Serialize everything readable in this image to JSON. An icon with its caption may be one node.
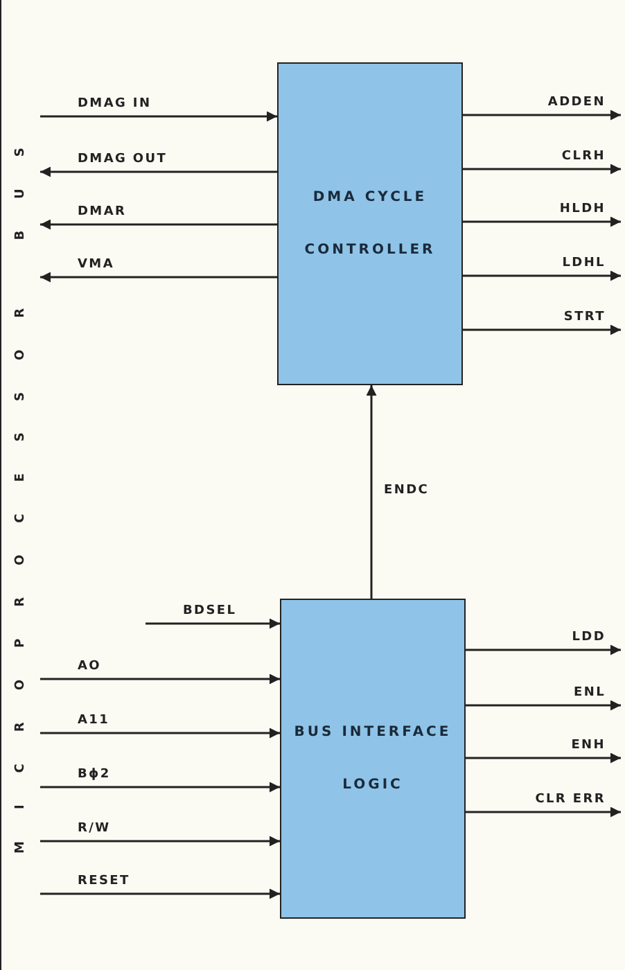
{
  "diagram": {
    "nodes": [
      {
        "text": [
          "MICROPROCESSOR BUS"
        ]
      },
      {
        "text": [
          "DMA CYCLE CONTROLLER"
        ]
      },
      {
        "text": [
          "BUS INTERFACE LOGIC"
        ]
      }
    ],
    "edges": [
      {
        "from": 0,
        "to": 1,
        "arrow": "to",
        "label": "DMAG IN"
      },
      {
        "from": 1,
        "to": 0,
        "arrow": "to",
        "label": "DMAG OUT"
      },
      {
        "from": 1,
        "to": 0,
        "arrow": "to",
        "label": "DMAR"
      },
      {
        "from": 1,
        "to": 0,
        "arrow": "to",
        "label": "VMA"
      },
      {
        "from": 1,
        "to": null,
        "arrow": "to",
        "label": "ADDEN"
      },
      {
        "from": 1,
        "to": null,
        "arrow": "to",
        "label": "CLRH"
      },
      {
        "from": 1,
        "to": null,
        "arrow": "to",
        "label": "HLDH"
      },
      {
        "from": 1,
        "to": null,
        "arrow": "to",
        "label": "LDHL"
      },
      {
        "from": 1,
        "to": null,
        "arrow": "to",
        "label": "STRT"
      },
      {
        "from": 2,
        "to": 1,
        "arrow": "to",
        "label": "ENDC"
      },
      {
        "from": null,
        "to": 2,
        "arrow": "to",
        "label": "BDSEL"
      },
      {
        "from": 0,
        "to": 2,
        "arrow": "to",
        "label": "AO"
      },
      {
        "from": 0,
        "to": 2,
        "arrow": "to",
        "label": "A11"
      },
      {
        "from": 0,
        "to": 2,
        "arrow": "to",
        "label": "Bϕ2"
      },
      {
        "from": 0,
        "to": 2,
        "arrow": "to",
        "label": "R/W"
      },
      {
        "from": 0,
        "to": 2,
        "arrow": "to",
        "label": "RESET"
      },
      {
        "from": 2,
        "to": null,
        "arrow": "to",
        "label": "LDD"
      },
      {
        "from": 2,
        "to": null,
        "arrow": "to",
        "label": "ENL"
      },
      {
        "from": 2,
        "to": null,
        "arrow": "to",
        "label": "ENH"
      },
      {
        "from": 2,
        "to": null,
        "arrow": "to",
        "label": "CLR ERR"
      }
    ]
  }
}
